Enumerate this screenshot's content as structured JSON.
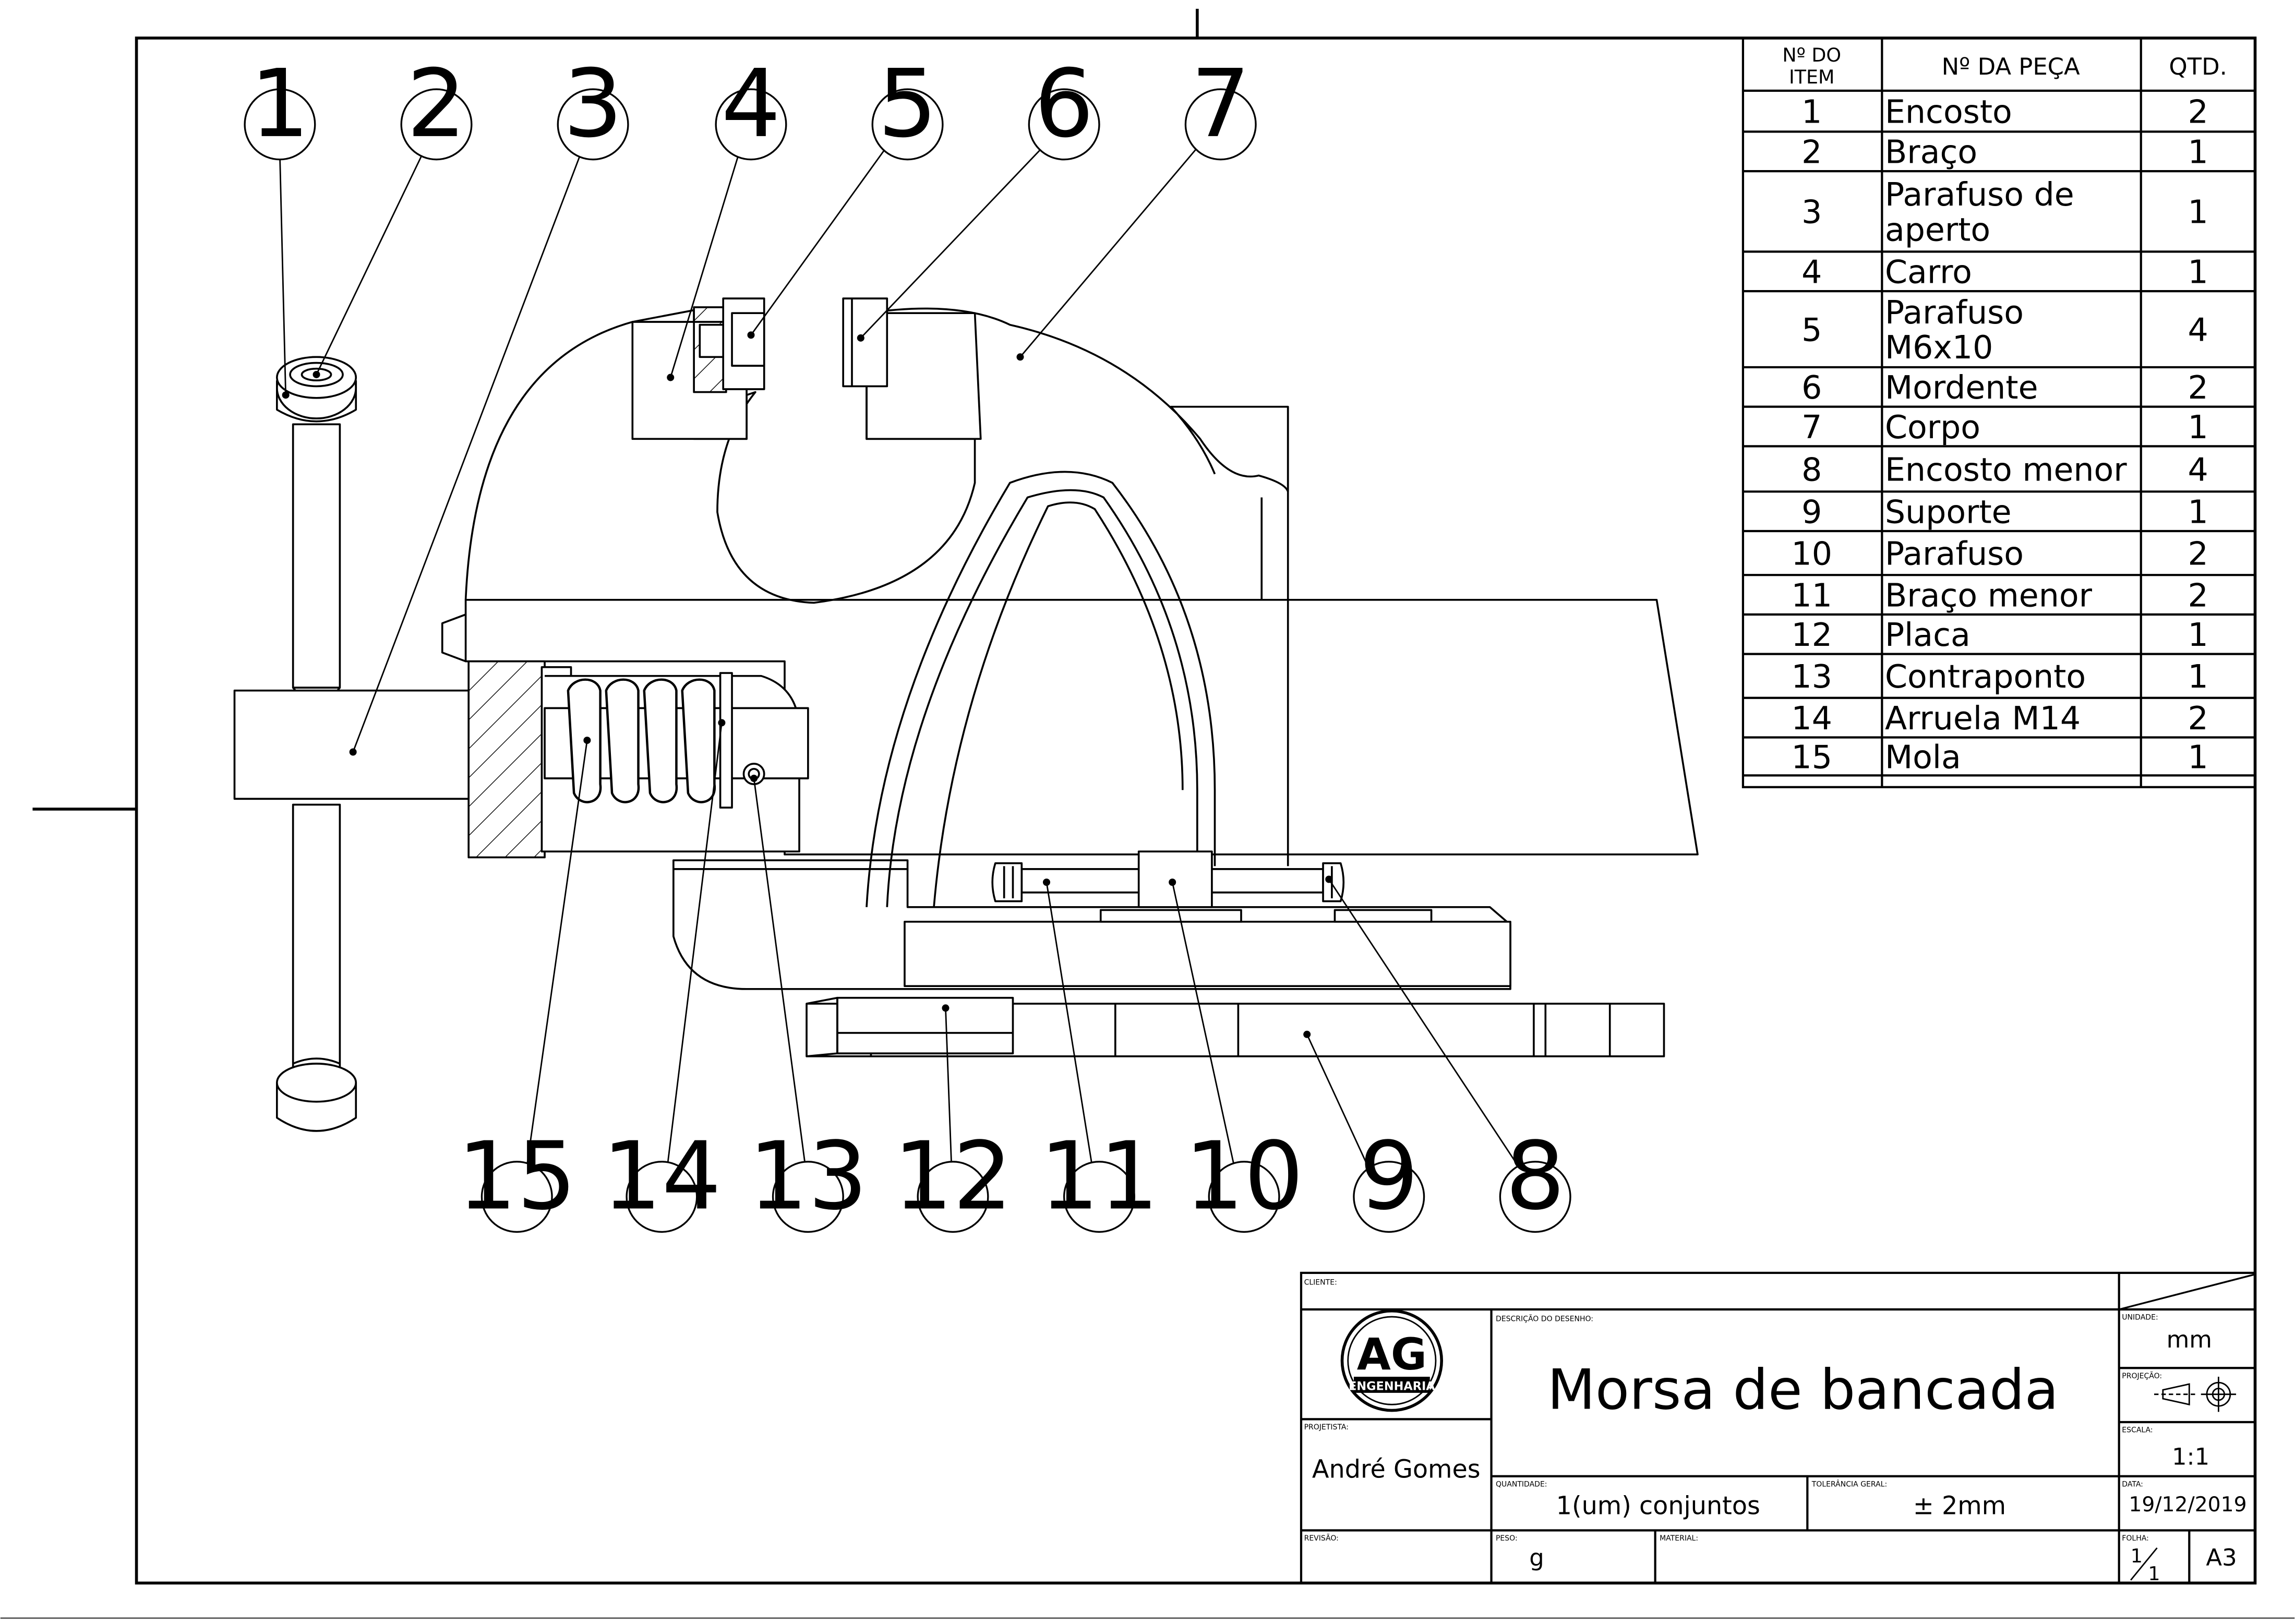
{
  "bom": {
    "headers": {
      "item": "Nº DO ITEM",
      "part": "Nº DA PEÇA",
      "qty": "QTD."
    },
    "rows": [
      {
        "item": "1",
        "part": "Encosto",
        "qty": "2"
      },
      {
        "item": "2",
        "part": "Braço",
        "qty": "1"
      },
      {
        "item": "3",
        "part": "Parafuso de aperto",
        "qty": "1"
      },
      {
        "item": "4",
        "part": "Carro",
        "qty": "1"
      },
      {
        "item": "5",
        "part": "Parafuso M6x10",
        "qty": "4"
      },
      {
        "item": "6",
        "part": "Mordente",
        "qty": "2"
      },
      {
        "item": "7",
        "part": "Corpo",
        "qty": "1"
      },
      {
        "item": "8",
        "part": "Encosto menor",
        "qty": "4"
      },
      {
        "item": "9",
        "part": "Suporte",
        "qty": "1"
      },
      {
        "item": "10",
        "part": "Parafuso",
        "qty": "2"
      },
      {
        "item": "11",
        "part": "Braço menor",
        "qty": "2"
      },
      {
        "item": "12",
        "part": "Placa",
        "qty": "1"
      },
      {
        "item": "13",
        "part": "Contraponto",
        "qty": "1"
      },
      {
        "item": "14",
        "part": "Arruela M14",
        "qty": "2"
      },
      {
        "item": "15",
        "part": "Mola",
        "qty": "1"
      }
    ]
  },
  "balloons": [
    "1",
    "2",
    "3",
    "4",
    "5",
    "6",
    "7",
    "15",
    "14",
    "13",
    "12",
    "11",
    "10",
    "9",
    "8"
  ],
  "title_block": {
    "client_label": "CLIENTE:",
    "description_label": "DESCRIÇÃO DO DESENHO:",
    "title": "Morsa de bancada",
    "logo_text": "AG",
    "logo_subtext": "ENGENHARIA",
    "designer_label": "PROJETISTA:",
    "designer": "André Gomes",
    "quantity_label": "QUANTIDADE:",
    "quantity": "1(um) conjuntos",
    "tolerance_label": "TOLERÂNCIA GERAL:",
    "tolerance": "± 2mm",
    "unit_label": "UNIDADE:",
    "unit": "mm",
    "projection_label": "PROJEÇÃO:",
    "scale_label": "ESCALA:",
    "scale": "1:1",
    "date_label": "DATA:",
    "date": "19/12/2019",
    "revision_label": "REVISÃO:",
    "weight_label": "PESO:",
    "weight": "g",
    "material_label": "MATERIAL:",
    "sheet_label": "FOLHA:",
    "sheet": "1/1",
    "sheet_num": "1",
    "sheet_den": "1",
    "format": "A3"
  }
}
